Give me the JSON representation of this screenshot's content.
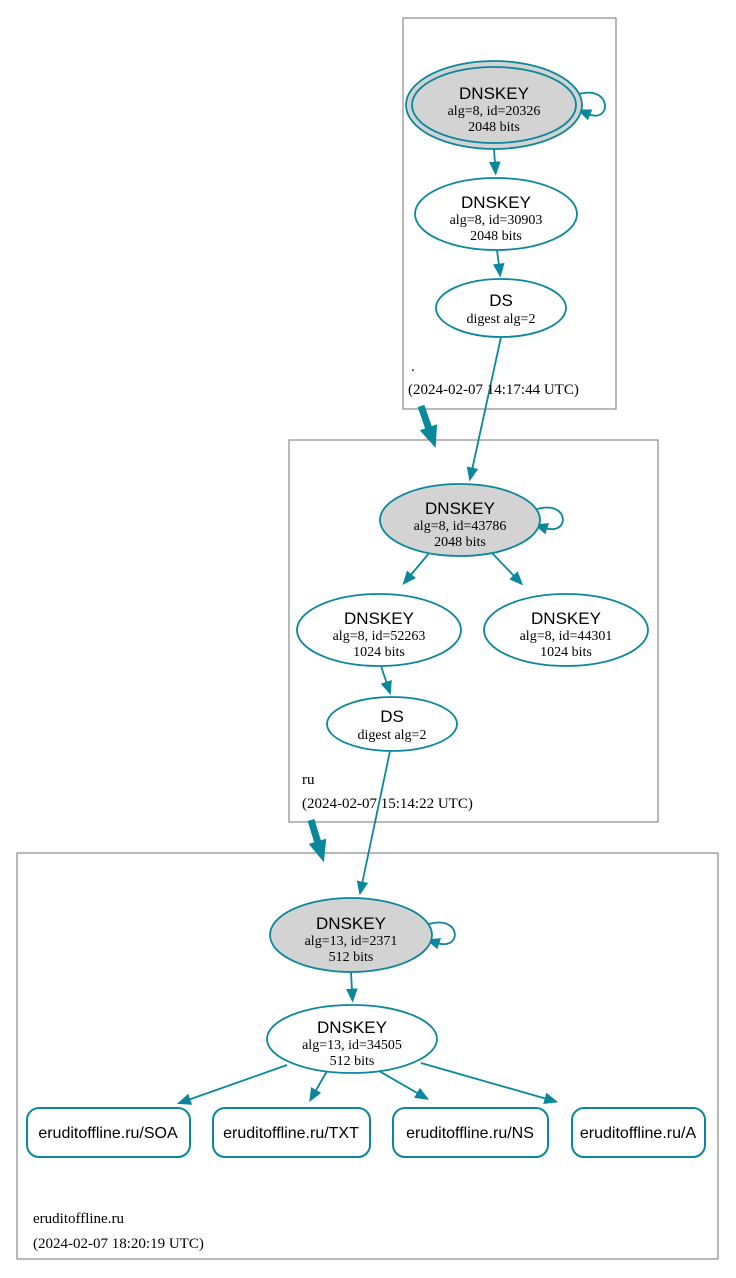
{
  "colors": {
    "secure": "#0a879a",
    "ksk_fill": "#d3d3d3",
    "box_border": "#737373",
    "text": "#000000"
  },
  "zones": [
    {
      "name": ".",
      "timestamp": "(2024-02-07 14:17:44 UTC)",
      "ksk": {
        "title": "DNSKEY",
        "alg": "alg=8, id=20326",
        "bits": "2048 bits"
      },
      "zsk": {
        "title": "DNSKEY",
        "alg": "alg=8, id=30903",
        "bits": "2048 bits"
      },
      "ds": {
        "title": "DS",
        "alg": "digest alg=2"
      }
    },
    {
      "name": "ru",
      "timestamp": "(2024-02-07 15:14:22 UTC)",
      "ksk": {
        "title": "DNSKEY",
        "alg": "alg=8, id=43786",
        "bits": "2048 bits"
      },
      "zsk": {
        "title": "DNSKEY",
        "alg": "alg=8, id=52263",
        "bits": "1024 bits"
      },
      "zsk2": {
        "title": "DNSKEY",
        "alg": "alg=8, id=44301",
        "bits": "1024 bits"
      },
      "ds": {
        "title": "DS",
        "alg": "digest alg=2"
      }
    },
    {
      "name": "eruditoffline.ru",
      "timestamp": "(2024-02-07 18:20:19 UTC)",
      "ksk": {
        "title": "DNSKEY",
        "alg": "alg=13, id=2371",
        "bits": "512 bits"
      },
      "zsk": {
        "title": "DNSKEY",
        "alg": "alg=13, id=34505",
        "bits": "512 bits"
      },
      "records": [
        {
          "label": "eruditoffline.ru/SOA"
        },
        {
          "label": "eruditoffline.ru/TXT"
        },
        {
          "label": "eruditoffline.ru/NS"
        },
        {
          "label": "eruditoffline.ru/A"
        }
      ]
    }
  ]
}
